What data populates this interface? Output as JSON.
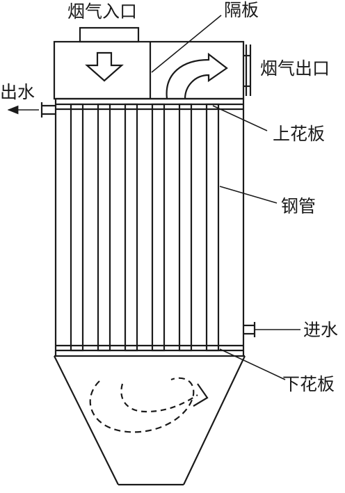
{
  "labels": {
    "flue_gas_inlet": "烟气入口",
    "baffle": "隔板",
    "flue_gas_outlet": "烟气出口",
    "water_outlet": "出水",
    "upper_tube_sheet": "上花板",
    "steel_tube": "钢管",
    "water_inlet": "进水",
    "lower_tube_sheet": "下花板"
  },
  "colors": {
    "line": "#1a1a1a",
    "background": "#ffffff"
  },
  "icons": [
    "down-arrow-icon",
    "curved-arrow-icon",
    "swirl-arrow-icon",
    "arrow-left-icon"
  ]
}
